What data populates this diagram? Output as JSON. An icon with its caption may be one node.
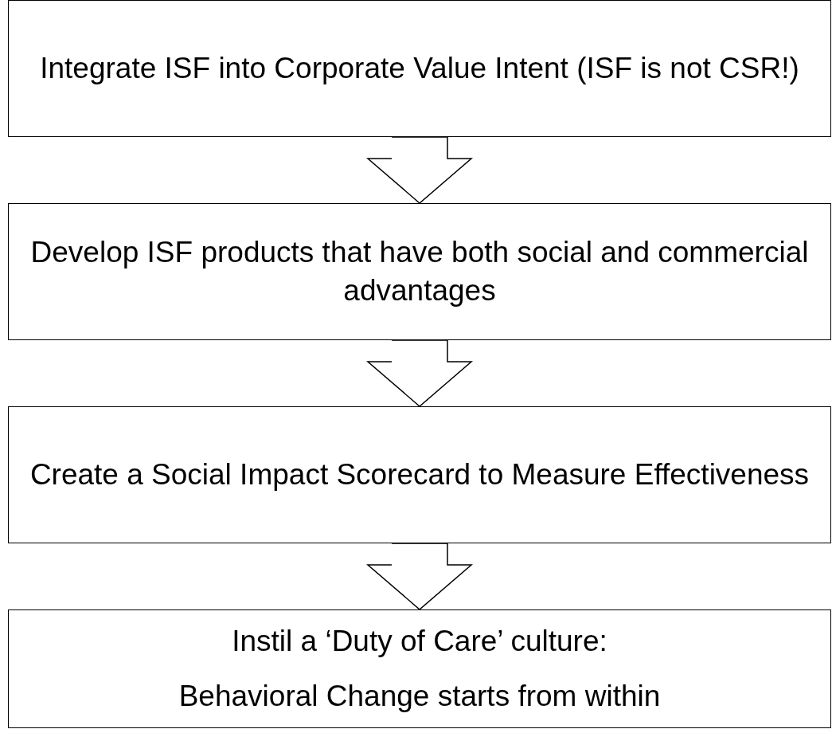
{
  "diagram": {
    "nodes": [
      {
        "text": [
          "Integrate ISF into Corporate Value Intent (ISF is not CSR!)"
        ]
      },
      {
        "text": [
          "Develop ISF products that have both social and commercial advantages"
        ]
      },
      {
        "text": [
          "Create a Social Impact Scorecard to Measure Effectiveness"
        ]
      },
      {
        "text": [
          "Instil a ‘Duty of Care’ culture:",
          "Behavioral Change starts from within"
        ]
      }
    ],
    "edges": [
      {
        "from": 0,
        "to": 1,
        "arrow": "to"
      },
      {
        "from": 1,
        "to": 2,
        "arrow": "to"
      },
      {
        "from": 2,
        "to": 3,
        "arrow": "to"
      }
    ]
  }
}
